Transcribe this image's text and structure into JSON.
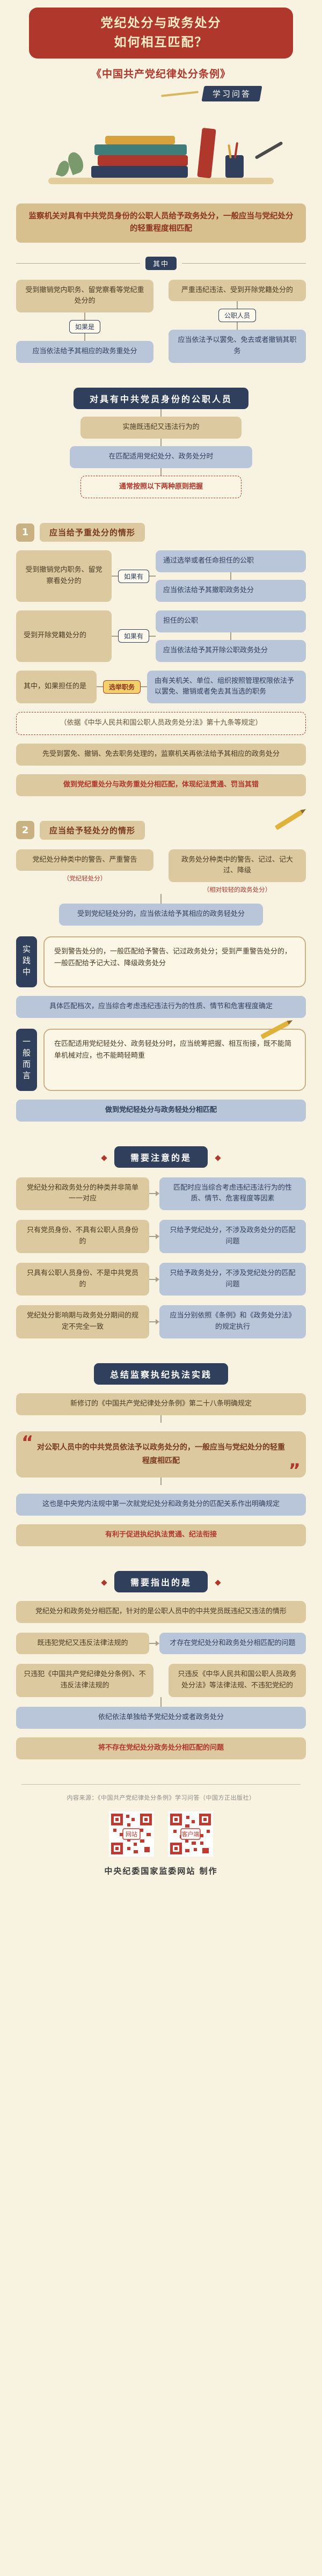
{
  "colors": {
    "red": "#b0372b",
    "navy": "#2f3f5c",
    "tan": "#dcc9a0",
    "blue": "#b9c5d8",
    "cream": "#f8f2e0",
    "highlight": "#f2d16b"
  },
  "hero": {
    "title_line1": "党纪处分与政务处分",
    "title_line2": "如何相互匹配？",
    "subtitle": "《中国共产党纪律处分条例》",
    "badge": "学习问答"
  },
  "intro": {
    "text": "监察机关对具有中共党员身份的公职人员给予政务处分，一般应当与党纪处分的轻重程度相匹配"
  },
  "among": {
    "divider": "其中",
    "left_top": "受到撤销党内职务、留党察看等党纪重处分的",
    "right_top": "严重违纪违法、受到开除党籍处分的",
    "left_chip": "如果是",
    "right_chip": "公职人员",
    "left_bottom": "应当依法给予其相应的政务重处分",
    "right_bottom": "应当依法予以罢免、免去或者撤销其职务"
  },
  "principle": {
    "header": "对具有中共党员身份的公职人员",
    "box1": "实施既违纪又违法行为的",
    "box2": "在匹配适用党纪处分、政务处分时",
    "box3": "通常按照以下两种原则把握"
  },
  "section1": {
    "num": "1",
    "title": "应当给予重处分的情形",
    "flows": [
      {
        "left": "受到撤销党内职务、留党察看处分的",
        "chip": "如果有",
        "right1": "通过选举或者任命担任的公职",
        "right2": "应当依法给予其撤职政务处分"
      },
      {
        "left": "受到开除党籍处分的",
        "chip": "如果有",
        "right1": "担任的公职",
        "right2": "应当依法给予其开除公职政务处分"
      }
    ],
    "elect": {
      "lead": "其中，如果担任的是",
      "chip": "选举职务",
      "result": "由有关机关、单位、组织按照管理权限依法予以罢免、撤销或者免去其当选的职务",
      "basis": "（依据《中华人民共和国公职人员政务处分法》第十九条等规定）"
    },
    "note1": "先受到罢免、撤销、免去职务处理的，监察机关再依法给予其相应的政务处分",
    "summary": "做到党纪重处分与政务重处分相匹配，体现纪法贯通、罚当其错"
  },
  "section2": {
    "num": "2",
    "title": "应当给予轻处分的情形",
    "left_box": "党纪处分种类中的警告、严重警告",
    "left_tag": "（党纪轻处分）",
    "right_box": "政务处分种类中的警告、记过、记大过、降级",
    "right_tag": "（相对较轻的政务处分）",
    "merge": "受到党纪轻处分的，应当依法给予其相应的政务轻处分",
    "practice_tab": "实践中",
    "practice_text": "受到警告处分的，一般匹配给予警告、记过政务处分；受到严重警告处分的，一般匹配给予记大过、降级政务处分",
    "mid_note": "具体匹配档次，应当综合考虑违纪违法行为的性质、情节和危害程度确定",
    "general_tab": "一般而言",
    "general_text": "在匹配适用党纪轻处分、政务轻处分时，应当统筹把握、相互衔接，既不能简单机械对应，也不能畸轻畸重",
    "bottom_note": "做到党纪轻处分与政务轻处分相匹配"
  },
  "attention": {
    "header": "需要注意的是",
    "rows": [
      {
        "left": "党纪处分和政务处分的种类并非简单一一对应",
        "right": "匹配时应当综合考虑违纪违法行为的性质、情节、危害程度等因素"
      },
      {
        "left": "只有党员身份、不具有公职人员身份的",
        "right": "只给予党纪处分，不涉及政务处分的匹配问题"
      },
      {
        "left": "只具有公职人员身份、不是中共党员的",
        "right": "只给予政务处分，不涉及党纪处分的匹配问题"
      },
      {
        "left": "党纪处分影响期与政务处分期间的规定不完全一致",
        "right": "应当分别依照《条例》和《政务处分法》的规定执行"
      }
    ]
  },
  "summary": {
    "header": "总结监察执纪执法实践",
    "intro": "新修订的《中国共产党纪律处分条例》第二十八条明确规定",
    "quote": "对公职人员中的中共党员依法予以政务处分的，一般应当与党纪处分的轻重程度相匹配",
    "first": "这也是中央党内法规中第一次就党纪处分和政务处分的匹配关系作出明确规定",
    "effect": "有利于促进执纪执法贯通、纪法衔接"
  },
  "pointed": {
    "header": "需要指出的是",
    "lead": "党纪处分和政务处分相匹配，针对的是公职人员中的中共党员既违纪又违法的情形",
    "row_left": "既违犯党纪又违反法律法规的",
    "row_right": "才存在党纪处分和政务处分相匹配的问题",
    "case_left": "只违犯《中国共产党纪律处分条例》、不违反法律法规的",
    "case_right": "只违反《中华人民共和国公职人员政务处分法》等法律法规、不违犯党纪的",
    "merge": "依纪依法单独给予党纪处分或者政务处分",
    "final": "将不存在党纪处分政务处分相匹配的问题"
  },
  "deco": {
    "quote_open": "“",
    "quote_close": "”"
  },
  "footer": {
    "source": "内容来源：《中国共产党纪律处分条例》学习问答（中国方正出版社）",
    "qr_left_center": "网站",
    "qr_right_center": "客户端",
    "credit": "中央纪委国家监委网站 制作"
  }
}
